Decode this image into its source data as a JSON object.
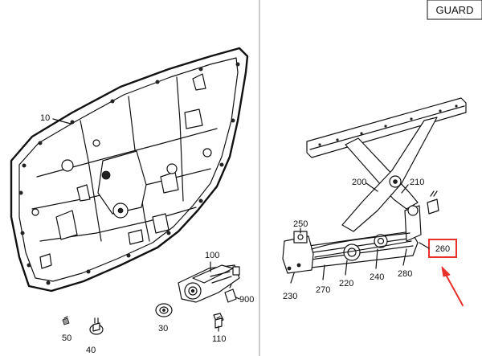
{
  "header": {
    "guard_label": "GUARD"
  },
  "callouts": [
    {
      "id": "c10",
      "text": "10"
    },
    {
      "id": "c100",
      "text": "100"
    },
    {
      "id": "c900",
      "text": "900"
    },
    {
      "id": "c30",
      "text": "30"
    },
    {
      "id": "c110",
      "text": "110"
    },
    {
      "id": "c50",
      "text": "50"
    },
    {
      "id": "c40",
      "text": "40"
    },
    {
      "id": "c200",
      "text": "200"
    },
    {
      "id": "c210",
      "text": "210"
    },
    {
      "id": "c250",
      "text": "250"
    },
    {
      "id": "c260",
      "text": "260"
    },
    {
      "id": "c230",
      "text": "230"
    },
    {
      "id": "c270",
      "text": "270"
    },
    {
      "id": "c220",
      "text": "220"
    },
    {
      "id": "c240",
      "text": "240"
    },
    {
      "id": "c280",
      "text": "280"
    }
  ],
  "colors": {
    "line": "#111111",
    "highlight": "#e8312a",
    "background": "#ffffff",
    "divider": "#999999"
  },
  "icons": [
    "door-inner-panel",
    "window-motor",
    "window-regulator",
    "screw",
    "grommet",
    "clip",
    "pointer-arrow"
  ]
}
